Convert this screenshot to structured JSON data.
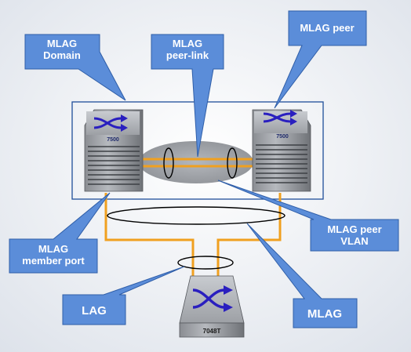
{
  "callouts": {
    "mlag_domain": "MLAG\nDomain",
    "mlag_peer_link": "MLAG\npeer-link",
    "mlag_peer": "MLAG peer",
    "mlag_peer_vlan": "MLAG peer\nVLAN",
    "mlag_member_port": "MLAG\nmember port",
    "lag": "LAG",
    "mlag": "MLAG"
  },
  "devices": {
    "left_switch_label": "7500",
    "right_switch_label": "7500",
    "bottom_switch_label": "7048T"
  },
  "colors": {
    "callout_fill": "#5b8dd9",
    "callout_stroke": "#2f5ea8",
    "callout_text": "#ffffff",
    "link": "#f0a020",
    "domain_box": "#1f4e9a",
    "switch_logo": "#2a1fbf"
  }
}
